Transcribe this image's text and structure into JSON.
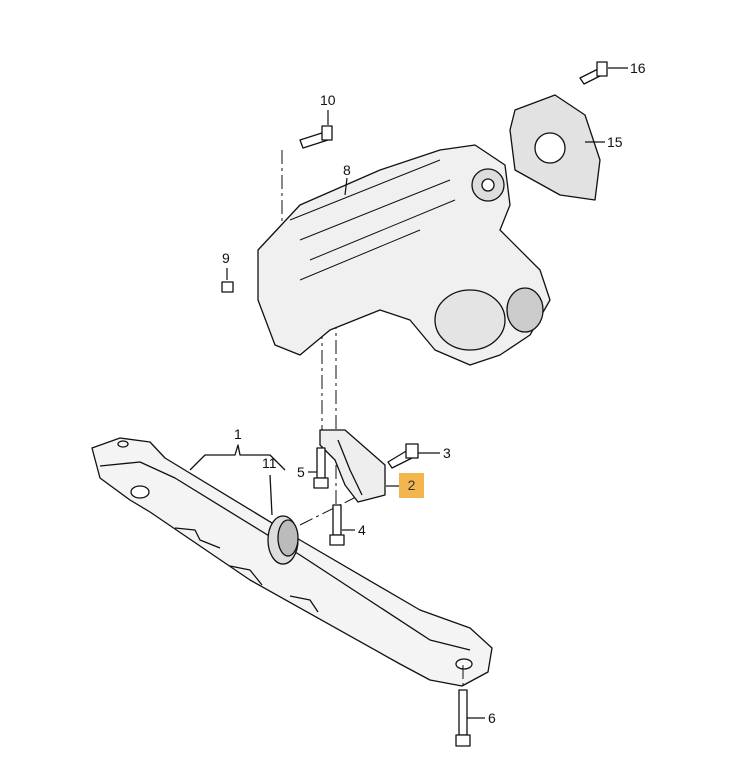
{
  "diagram": {
    "callouts": [
      {
        "id": "c16",
        "text": "16"
      },
      {
        "id": "c10",
        "text": "10"
      },
      {
        "id": "c8",
        "text": "8"
      },
      {
        "id": "c15",
        "text": "15"
      },
      {
        "id": "c9",
        "text": "9"
      },
      {
        "id": "c1",
        "text": "1"
      },
      {
        "id": "c11",
        "text": "11"
      },
      {
        "id": "c3",
        "text": "3"
      },
      {
        "id": "c5",
        "text": "5"
      },
      {
        "id": "c2",
        "text": "2"
      },
      {
        "id": "c4",
        "text": "4"
      },
      {
        "id": "c6",
        "text": "6"
      }
    ],
    "highlight_color": "#f3b64e"
  }
}
